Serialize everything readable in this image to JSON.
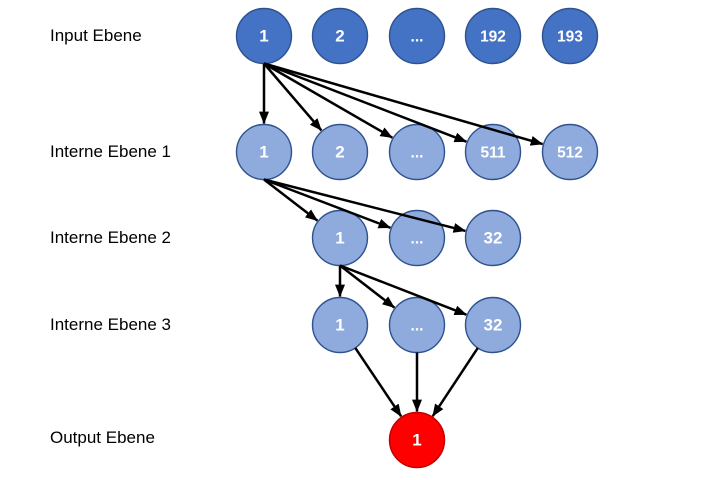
{
  "diagram": {
    "type": "neural-network-architecture",
    "background": "#FFFFFF",
    "colors": {
      "input_node_fill": "#4472C4",
      "input_node_border": "#2F528F",
      "hidden_node_fill": "#8FAADC",
      "hidden_node_border": "#2F528F",
      "output_node_fill": "#FF0000",
      "output_node_border": "#C00000",
      "node_text": "#FFFFFF",
      "arrow": "#000000",
      "layer_label_text": "#000000"
    },
    "layers": [
      {
        "id": "input-ebene",
        "label": "Input Ebene",
        "type": "input",
        "nodes": [
          "1",
          "2",
          "...",
          "192",
          "193"
        ]
      },
      {
        "id": "interne-ebene-1",
        "label": "Interne Ebene 1",
        "type": "hidden",
        "nodes": [
          "1",
          "2",
          "...",
          "511",
          "512"
        ]
      },
      {
        "id": "interne-ebene-2",
        "label": "Interne Ebene 2",
        "type": "hidden",
        "nodes": [
          "1",
          "...",
          "32"
        ]
      },
      {
        "id": "interne-ebene-3",
        "label": "Interne Ebene 3",
        "type": "hidden",
        "nodes": [
          "1",
          "...",
          "32"
        ]
      },
      {
        "id": "output-ebene",
        "label": "Output Ebene",
        "type": "output",
        "nodes": [
          "1"
        ]
      }
    ],
    "connections": [
      {
        "from": {
          "layer": 0,
          "node": 0
        },
        "to": {
          "layer": 1,
          "nodes": [
            0,
            1,
            2,
            3,
            4
          ]
        }
      },
      {
        "from": {
          "layer": 1,
          "node": 0
        },
        "to": {
          "layer": 2,
          "nodes": [
            0,
            1,
            2
          ]
        }
      },
      {
        "from": {
          "layer": 2,
          "node": 0
        },
        "to": {
          "layer": 3,
          "nodes": [
            0,
            1,
            2
          ]
        }
      },
      {
        "from": {
          "layer": 3,
          "node": 0
        },
        "to": {
          "layer": 4,
          "nodes": [
            0
          ]
        }
      },
      {
        "from": {
          "layer": 3,
          "node": 1
        },
        "to": {
          "layer": 4,
          "nodes": [
            0
          ]
        }
      },
      {
        "from": {
          "layer": 3,
          "node": 2
        },
        "to": {
          "layer": 4,
          "nodes": [
            0
          ]
        }
      }
    ]
  }
}
